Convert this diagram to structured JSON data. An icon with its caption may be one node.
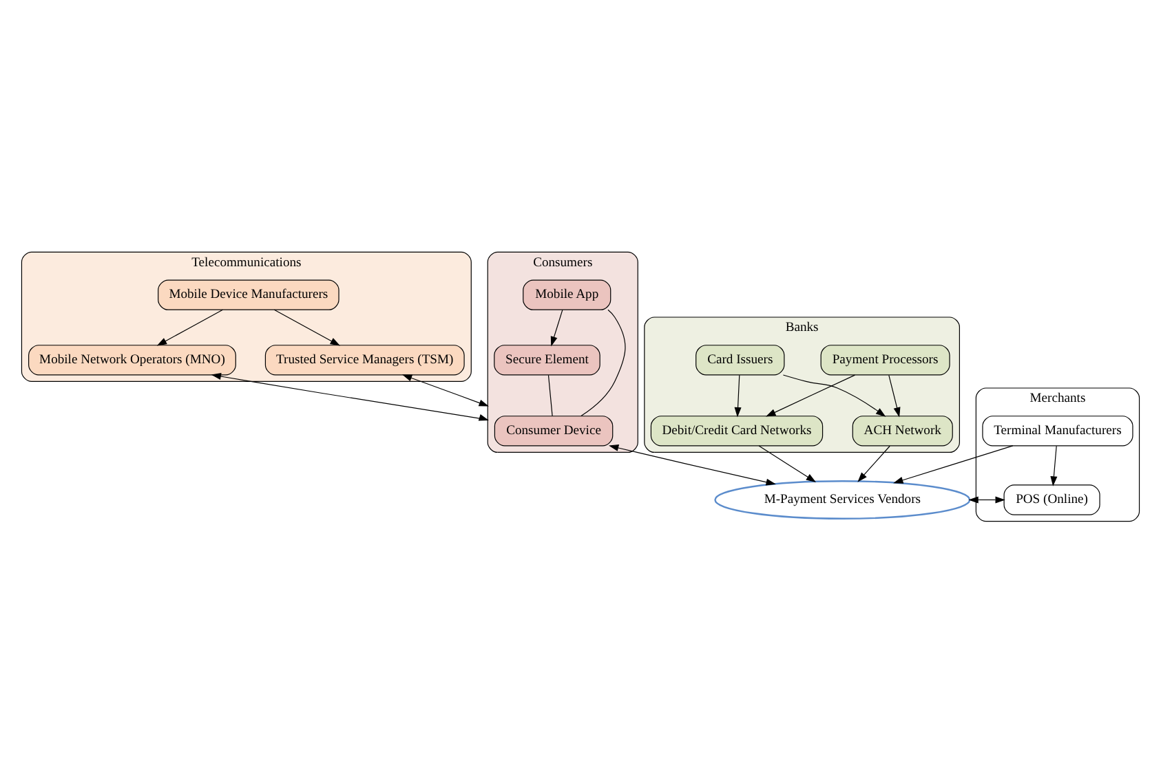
{
  "diagram": {
    "nodes": [
      {
        "text": [
          "Telecommunications"
        ]
      },
      {
        "text": [
          "Mobile Device Manufacturers"
        ],
        "in": 0
      },
      {
        "text": [
          "Mobile Network Operators (MNO)"
        ],
        "in": 0
      },
      {
        "text": [
          "Trusted Service Managers (TSM)"
        ],
        "in": 0
      },
      {
        "text": [
          "Consumers"
        ]
      },
      {
        "text": [
          "Secure Element"
        ],
        "in": 4
      },
      {
        "text": [
          "Mobile App"
        ],
        "in": 4
      },
      {
        "text": [
          "Consumer Device"
        ],
        "in": 4
      },
      {
        "text": [
          "Banks"
        ]
      },
      {
        "text": [
          "Payment Processors"
        ],
        "in": 8
      },
      {
        "text": [
          "Card Issuers"
        ],
        "in": 8
      },
      {
        "text": [
          "Debit/Credit Card Networks"
        ],
        "in": 8
      },
      {
        "text": [
          "ACH Network"
        ],
        "in": 8
      },
      {
        "text": [
          "M-Payment Services Vendors"
        ]
      },
      {
        "text": [
          "Merchants"
        ]
      },
      {
        "text": [
          "Terminal Manufacturers"
        ],
        "in": 14
      },
      {
        "text": [
          "POS (Online)"
        ],
        "in": 14
      }
    ],
    "edges": [
      {
        "from": 1,
        "to": 2,
        "arrow": "to"
      },
      {
        "from": 1,
        "to": 3,
        "arrow": "to"
      },
      {
        "from": 2,
        "to": 4,
        "arrow": "both"
      },
      {
        "from": 6,
        "to": 5,
        "arrow": "to"
      },
      {
        "from": 5,
        "to": 7,
        "arrow": "none"
      },
      {
        "from": 6,
        "to": 7,
        "arrow": "none"
      },
      {
        "from": 3,
        "to": 4,
        "arrow": "both"
      },
      {
        "from": 7,
        "to": 13,
        "arrow": "both"
      },
      {
        "from": 9,
        "to": 11,
        "arrow": "to"
      },
      {
        "from": 9,
        "to": 12,
        "arrow": "to"
      },
      {
        "from": 10,
        "to": 11,
        "arrow": "to"
      },
      {
        "from": 10,
        "to": 12,
        "arrow": "to"
      },
      {
        "from": 11,
        "to": 13,
        "arrow": "to"
      },
      {
        "from": 12,
        "to": 13,
        "arrow": "to"
      },
      {
        "from": 15,
        "to": 13,
        "arrow": "to"
      },
      {
        "from": 13,
        "to": 16,
        "arrow": "both"
      },
      {
        "from": 15,
        "to": 16,
        "arrow": "to"
      }
    ]
  }
}
